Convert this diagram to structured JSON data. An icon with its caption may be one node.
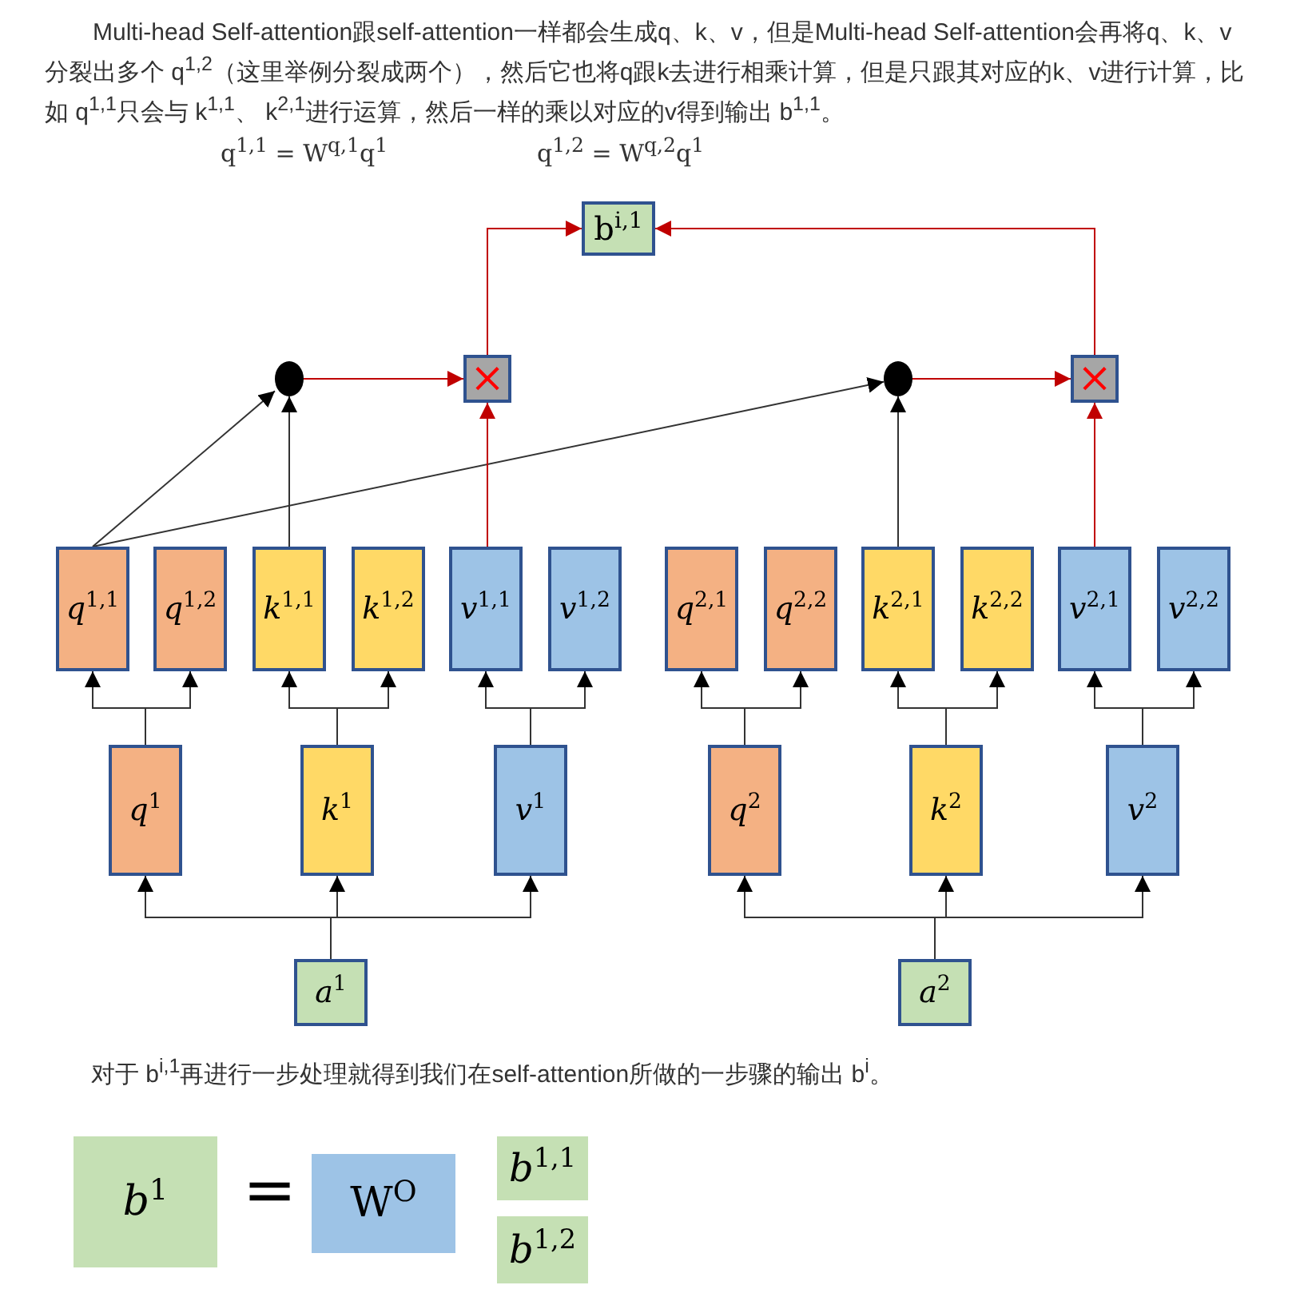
{
  "diagram": {
    "nodes": [
      {
        "text": [
          "b$^{i,1}$"
        ]
      },
      {
        "text": [],
        "shape": "circle"
      },
      {
        "text": [
          "×"
        ]
      },
      {
        "text": [],
        "shape": "circle"
      },
      {
        "text": [
          "×"
        ]
      },
      {
        "text": [
          "*q*$^{1,1}$"
        ]
      },
      {
        "text": [
          "*q*$^{1,2}$"
        ]
      },
      {
        "text": [
          "*k*$^{1,1}$"
        ]
      },
      {
        "text": [
          "*k*$^{1,2}$"
        ]
      },
      {
        "text": [
          "*v*$^{1,1}$"
        ]
      },
      {
        "text": [
          "*v*$^{1,2}$"
        ]
      },
      {
        "text": [
          "*q*$^{2,1}$"
        ]
      },
      {
        "text": [
          "*q*$^{2,2}$"
        ]
      },
      {
        "text": [
          "*k*$^{2,1}$"
        ]
      },
      {
        "text": [
          "*k*$^{2,2}$"
        ]
      },
      {
        "text": [
          "*v*$^{2,1}$"
        ]
      },
      {
        "text": [
          "*v*$^{2,2}$"
        ]
      },
      {
        "text": [
          "*q*$^{1}$"
        ]
      },
      {
        "text": [
          "*k*$^{1}$"
        ]
      },
      {
        "text": [
          "*v*$^{1}$"
        ]
      },
      {
        "text": [
          "*q*$^{2}$"
        ]
      },
      {
        "text": [
          "*k*$^{2}$"
        ]
      },
      {
        "text": [
          "*v*$^{2}$"
        ]
      },
      {
        "text": [
          "*a*$^{1}$"
        ]
      },
      {
        "text": [
          "*a*$^{2}$"
        ]
      },
      {
        "text": [
          "*b*$^{1}$"
        ]
      },
      {
        "text": [
          "W$^{O}$"
        ]
      },
      {
        "text": [
          "*b*$^{1,1}$"
        ]
      },
      {
        "text": [
          "*b*$^{1,2}$"
        ]
      }
    ],
    "edges": [
      {
        "from": 23,
        "to": 17,
        "arrow": "to"
      },
      {
        "from": 23,
        "to": 18,
        "arrow": "to"
      },
      {
        "from": 23,
        "to": 19,
        "arrow": "to"
      },
      {
        "from": 24,
        "to": 20,
        "arrow": "to"
      },
      {
        "from": 24,
        "to": 21,
        "arrow": "to"
      },
      {
        "from": 24,
        "to": 22,
        "arrow": "to"
      },
      {
        "from": 17,
        "to": 5,
        "arrow": "to"
      },
      {
        "from": 17,
        "to": 6,
        "arrow": "to"
      },
      {
        "from": 18,
        "to": 7,
        "arrow": "to"
      },
      {
        "from": 18,
        "to": 8,
        "arrow": "to"
      },
      {
        "from": 19,
        "to": 9,
        "arrow": "to"
      },
      {
        "from": 19,
        "to": 10,
        "arrow": "to"
      },
      {
        "from": 20,
        "to": 11,
        "arrow": "to"
      },
      {
        "from": 20,
        "to": 12,
        "arrow": "to"
      },
      {
        "from": 21,
        "to": 13,
        "arrow": "to"
      },
      {
        "from": 21,
        "to": 14,
        "arrow": "to"
      },
      {
        "from": 22,
        "to": 15,
        "arrow": "to"
      },
      {
        "from": 22,
        "to": 16,
        "arrow": "to"
      },
      {
        "from": 5,
        "to": 1,
        "arrow": "to"
      },
      {
        "from": 7,
        "to": 1,
        "arrow": "to"
      },
      {
        "from": 5,
        "to": 3,
        "arrow": "to"
      },
      {
        "from": 13,
        "to": 3,
        "arrow": "to"
      },
      {
        "from": 1,
        "to": 2,
        "arrow": "to",
        "color": "#c00000"
      },
      {
        "from": 9,
        "to": 2,
        "arrow": "to",
        "color": "#c00000"
      },
      {
        "from": 3,
        "to": 4,
        "arrow": "to",
        "color": "#c00000"
      },
      {
        "from": 15,
        "to": 4,
        "arrow": "to",
        "color": "#c00000"
      },
      {
        "from": 2,
        "to": 0,
        "arrow": "to",
        "color": "#c00000"
      },
      {
        "from": 4,
        "to": 0,
        "arrow": "to",
        "color": "#c00000"
      }
    ],
    "labels": [
      "Multi-head Self-attention跟self-attention一样都会生成q、k、v，但是Multi-head Self-attention会再将q、k、v分裂出多个 q$^{1,2}$（这里举例分裂成两个），然后它也将q跟k去进行相乘计算，但是只跟其对应的k、v进行计算，比如 q$^{1,1}$只会与 k$^{1,1}$、 k$^{2,1}$进行运算，然后一样的乘以对应的v得到输出 b$^{1,1}$。",
      "q$^{1,1}$ = W$^{q,1}$q$^{1}$",
      "q$^{1,2}$ = W$^{q,2}$q$^{1}$",
      "对于 b$^{i,1}$再进行一步处理就得到我们在self-attention所做的一步骤的输出 b$^{i}$。",
      "="
    ]
  }
}
